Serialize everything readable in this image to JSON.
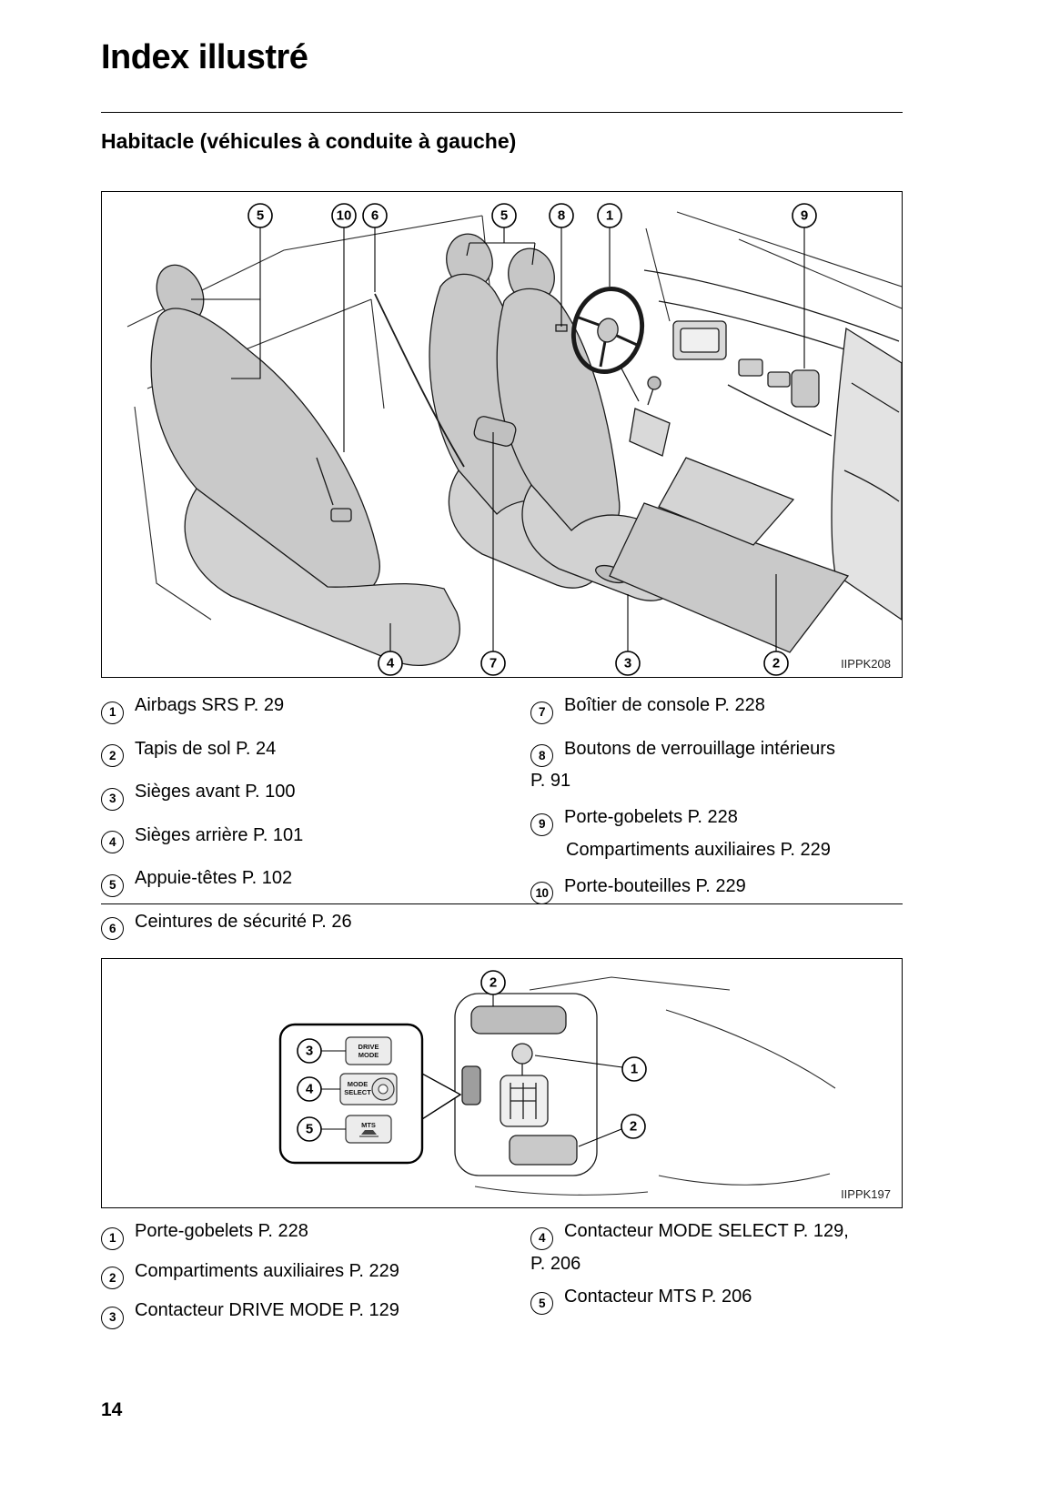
{
  "page": {
    "title": "Index illustré",
    "section_heading": "Habitacle (véhicules à conduite à gauche)",
    "page_number": "14"
  },
  "figure_cabin": {
    "image_code": "IIPPK208",
    "callouts": [
      "5",
      "10",
      "6",
      "5",
      "8",
      "1",
      "9",
      "4",
      "7",
      "3",
      "2"
    ],
    "legend_left": [
      {
        "num": "1",
        "text": "Airbags SRS P. 29"
      },
      {
        "num": "2",
        "text": "Tapis de sol P. 24"
      },
      {
        "num": "3",
        "text": "Sièges avant P. 100"
      },
      {
        "num": "4",
        "text": "Sièges arrière P. 101"
      },
      {
        "num": "5",
        "text": "Appuie-têtes P. 102"
      },
      {
        "num": "6",
        "text": "Ceintures de sécurité P. 26"
      }
    ],
    "legend_right": [
      {
        "num": "7",
        "text": "Boîtier de console P. 228"
      },
      {
        "num": "8",
        "text": "Boutons de verrouillage intérieurs",
        "wrap": "P. 91"
      },
      {
        "num": "9",
        "text": "Porte-gobelets P. 228",
        "extra": "Compartiments auxiliaires P. 229"
      },
      {
        "num": "10",
        "text": "Porte-bouteilles P. 229"
      }
    ]
  },
  "figure_console": {
    "image_code": "IIPPK197",
    "callouts": [
      "2",
      "3",
      "4",
      "5",
      "1",
      "2"
    ],
    "buttons": [
      {
        "line1": "DRIVE",
        "line2": "MODE"
      },
      {
        "line1": "MODE",
        "line2": "SELECT"
      },
      {
        "line1": "MTS",
        "line2": ""
      }
    ],
    "legend_left": [
      {
        "num": "1",
        "text": "Porte-gobelets P. 228"
      },
      {
        "num": "2",
        "text": "Compartiments auxiliaires P. 229"
      },
      {
        "num": "3",
        "text": "Contacteur DRIVE MODE P. 129"
      }
    ],
    "legend_right": [
      {
        "num": "4",
        "text": "Contacteur MODE SELECT P. 129,",
        "wrap": "P. 206"
      },
      {
        "num": "5",
        "text": "Contacteur MTS P. 206"
      }
    ]
  }
}
